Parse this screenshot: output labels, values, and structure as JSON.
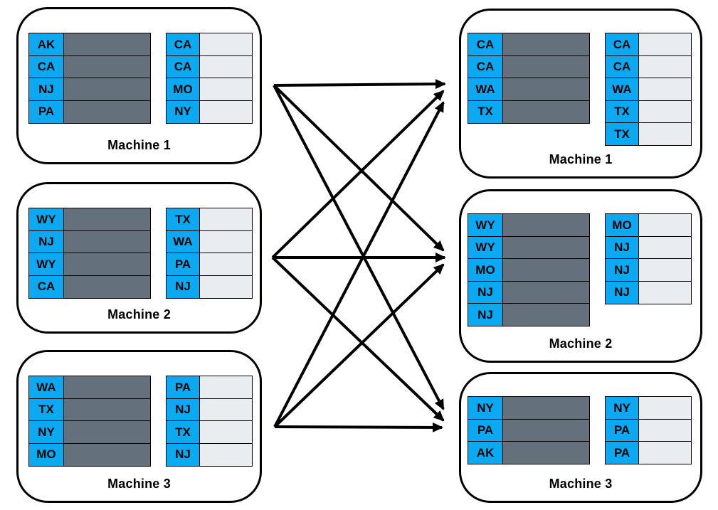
{
  "machines_left": [
    {
      "label": "Machine 1",
      "dark_keys": [
        "AK",
        "CA",
        "NJ",
        "PA"
      ],
      "light_keys": [
        "CA",
        "CA",
        "MO",
        "NY"
      ]
    },
    {
      "label": "Machine 2",
      "dark_keys": [
        "WY",
        "NJ",
        "WY",
        "CA"
      ],
      "light_keys": [
        "TX",
        "WA",
        "PA",
        "NJ"
      ]
    },
    {
      "label": "Machine 3",
      "dark_keys": [
        "WA",
        "TX",
        "NY",
        "MO"
      ],
      "light_keys": [
        "PA",
        "NJ",
        "TX",
        "NJ"
      ]
    }
  ],
  "machines_right": [
    {
      "label": "Machine 1",
      "dark_keys": [
        "CA",
        "CA",
        "WA",
        "TX"
      ],
      "light_keys": [
        "CA",
        "CA",
        "WA",
        "TX",
        "TX"
      ]
    },
    {
      "label": "Machine 2",
      "dark_keys": [
        "WY",
        "WY",
        "MO",
        "NJ",
        "NJ"
      ],
      "light_keys": [
        "MO",
        "NJ",
        "NJ",
        "NJ"
      ]
    },
    {
      "label": "Machine 3",
      "dark_keys": [
        "NY",
        "PA",
        "AK"
      ],
      "light_keys": [
        "NY",
        "PA",
        "PA"
      ]
    }
  ],
  "arrows": [
    {
      "from": 0,
      "to": 0
    },
    {
      "from": 0,
      "to": 1
    },
    {
      "from": 0,
      "to": 2
    },
    {
      "from": 1,
      "to": 0
    },
    {
      "from": 1,
      "to": 1
    },
    {
      "from": 1,
      "to": 2
    },
    {
      "from": 2,
      "to": 0
    },
    {
      "from": 2,
      "to": 1
    },
    {
      "from": 2,
      "to": 2
    }
  ],
  "colors": {
    "key_cell": "#0ba9f2",
    "dark_value_cell": "#64717c",
    "light_value_cell": "#e9edf2",
    "arrow": "#000000",
    "card_border": "#000000",
    "text": "#000000"
  }
}
